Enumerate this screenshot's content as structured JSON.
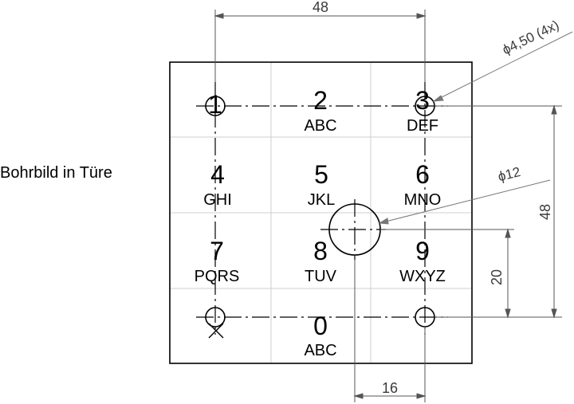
{
  "caption": "Bohrbild in Türe",
  "keys": [
    {
      "digit": "1",
      "letters": ""
    },
    {
      "digit": "2",
      "letters": "ABC"
    },
    {
      "digit": "3",
      "letters": "DEF"
    },
    {
      "digit": "4",
      "letters": "GHI"
    },
    {
      "digit": "5",
      "letters": "JKL"
    },
    {
      "digit": "6",
      "letters": "MNO"
    },
    {
      "digit": "7",
      "letters": "PQRS"
    },
    {
      "digit": "8",
      "letters": "TUV"
    },
    {
      "digit": "9",
      "letters": "WXYZ"
    },
    {
      "digit": "0",
      "letters": "ABC"
    }
  ],
  "dimensions": {
    "top_width": "48",
    "right_height": "48",
    "center_offset_vertical": "20",
    "center_offset_horizontal": "16",
    "small_hole": "ϕ4,50 (4x)",
    "large_hole": "ϕ12"
  }
}
